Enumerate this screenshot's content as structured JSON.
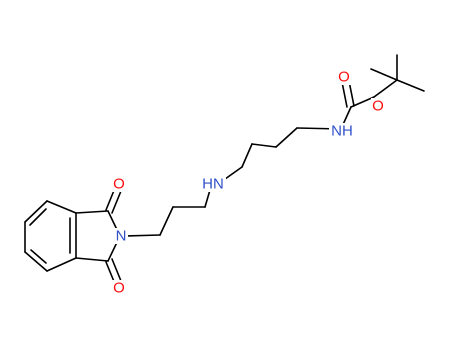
{
  "colors": {
    "bond": "#000000",
    "oxygen": "#ff0d0d",
    "nitrogen": "#3050c8"
  },
  "atoms": {
    "o_carbonyl_boc": "O",
    "o_ester_boc": "O",
    "n_carbamate": "NH",
    "n_amine": "HN",
    "n_imide": "N",
    "o_imide_top": "O",
    "o_imide_bottom": "O"
  }
}
